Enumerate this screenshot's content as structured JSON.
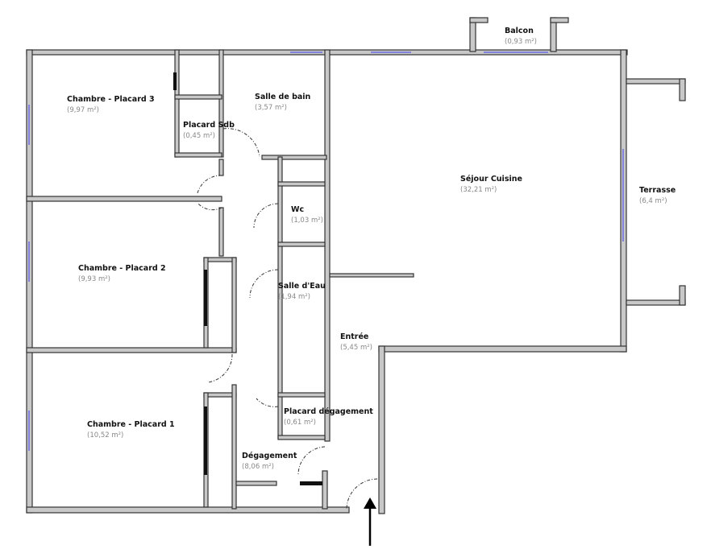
{
  "rooms": {
    "balcon": {
      "name": "Balcon",
      "area": "(0,93 m²)"
    },
    "chambre3": {
      "name": "Chambre - Placard 3",
      "area": "(9,97 m²)"
    },
    "sdb": {
      "name": "Salle de bain",
      "area": "(3,57 m²)"
    },
    "placard_sdb": {
      "name": "Placard Sdb",
      "area": "(0,45 m²)"
    },
    "sejour": {
      "name": "Séjour Cuisine",
      "area": "(32,21 m²)"
    },
    "terrasse": {
      "name": "Terrasse",
      "area": "(6,4 m²)"
    },
    "wc": {
      "name": "Wc",
      "area": "(1,03 m²)"
    },
    "chambre2": {
      "name": "Chambre - Placard 2",
      "area": "(9,93 m²)"
    },
    "salle_eau": {
      "name": "Salle d'Eau",
      "area": "(1,94 m²)"
    },
    "entree": {
      "name": "Entrée",
      "area": "(5,45 m²)"
    },
    "chambre1": {
      "name": "Chambre - Placard 1",
      "area": "(10,52 m²)"
    },
    "placard_deg": {
      "name": "Placard dégagement",
      "area": "(0,61 m²)"
    },
    "degagement": {
      "name": "Dégagement",
      "area": "(8,06 m²)"
    }
  }
}
